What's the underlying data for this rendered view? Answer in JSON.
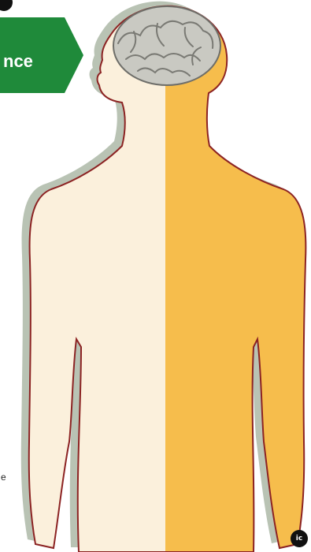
{
  "banner": {
    "text": "nce",
    "color": "#1f8a3a"
  },
  "edge_letter": "e",
  "corner_badge": "ic",
  "colors": {
    "skin_light": "#fbf0dc",
    "skin_dark": "#f6bd4c",
    "outline": "#8c2323",
    "shadow": "#b9c3b4",
    "brain": "#c9c9c2"
  },
  "icons": [
    "brain-icon"
  ]
}
